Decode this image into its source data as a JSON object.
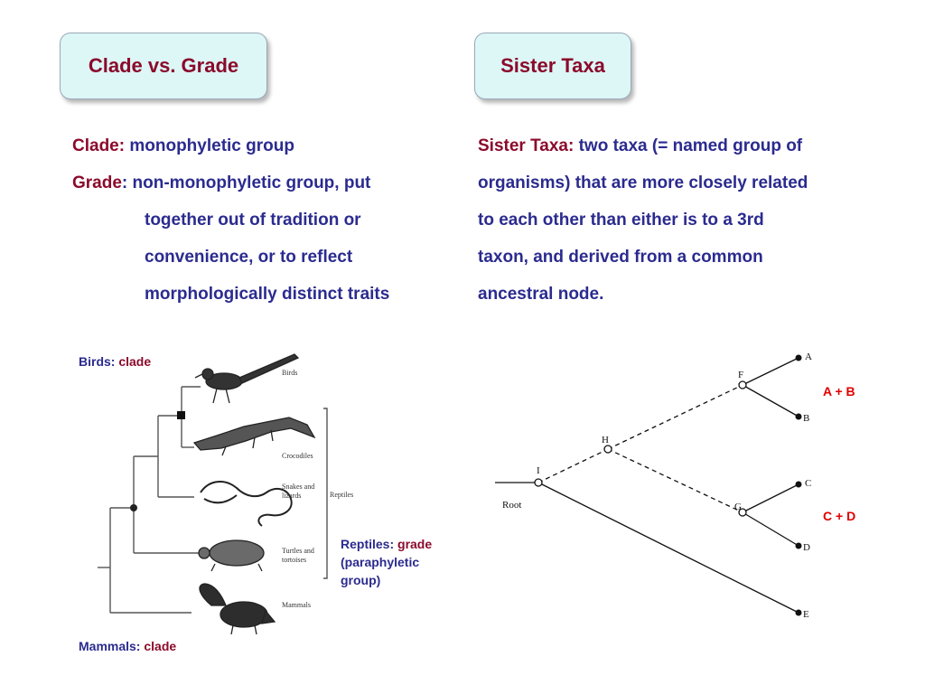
{
  "left_title": "Clade vs. Grade",
  "right_title": "Sister Taxa",
  "clade_def": {
    "term": "Clade:",
    "text": " monophyletic group"
  },
  "grade_def": {
    "term": "Grade",
    "line1": ": non-monophyletic group, put",
    "line2": "together out of tradition or",
    "line3": "convenience, or to reflect",
    "line4": "morphologically distinct traits"
  },
  "sister_def": {
    "term": "Sister Taxa:",
    "line1": " two taxa (= named group of",
    "line2": "organisms) that are more closely related",
    "line3": "to each other than either is to a 3rd",
    "line4": "taxon, and derived from a common",
    "line5": "ancestral node."
  },
  "tree_left": {
    "birds_label": {
      "name": "Birds:",
      "kind": "clade"
    },
    "reptiles_label": {
      "name": "Reptiles:",
      "kind": "grade",
      "line2": "(paraphyletic",
      "line3": "group)"
    },
    "mammals_label": {
      "name": "Mammals:",
      "kind": "clade"
    },
    "taxa": [
      "Birds",
      "Crocodiles",
      "Snakes and",
      "lizards",
      "Turtles and",
      "tortoises",
      "Mammals"
    ],
    "bracket_label": "Reptiles"
  },
  "tree_right": {
    "tips": [
      "A",
      "B",
      "C",
      "D",
      "E"
    ],
    "nodes": [
      "F",
      "G",
      "H",
      "I"
    ],
    "root_label": "Root",
    "pair1": "A + B",
    "pair2": "C + D"
  }
}
